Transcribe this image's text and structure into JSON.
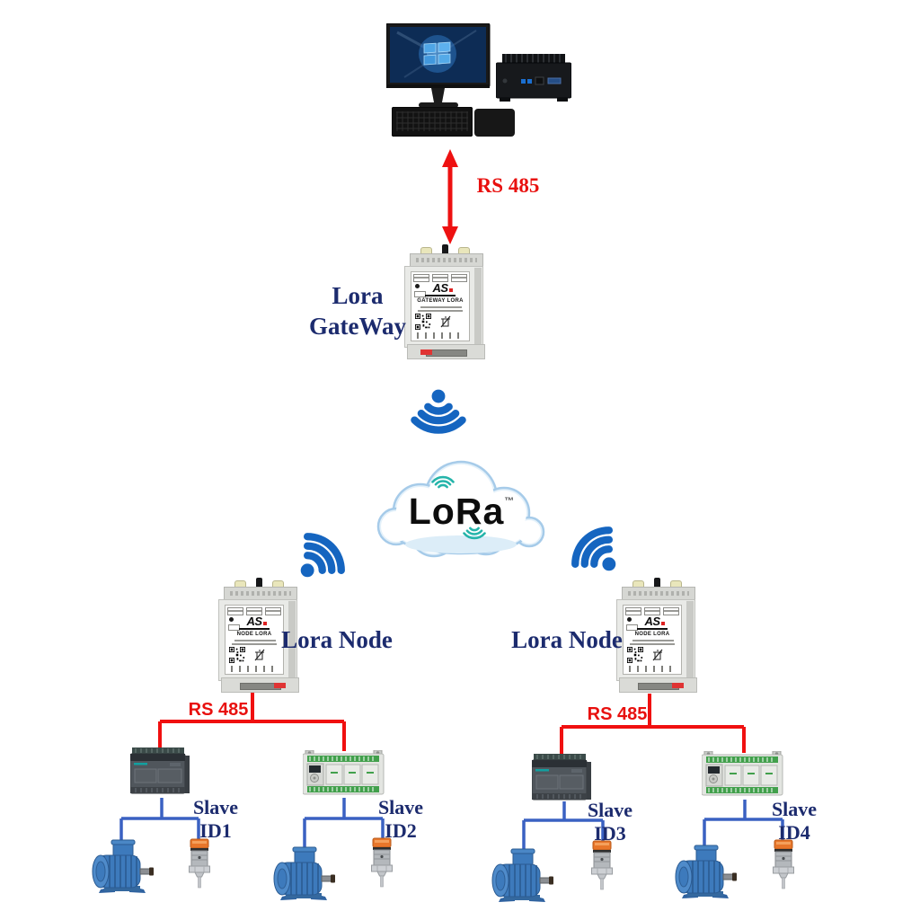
{
  "connections": {
    "rs485_top": "RS 485",
    "rs485_left": "RS 485",
    "rs485_right": "RS 485"
  },
  "gateway": {
    "label_line1": "Lora",
    "label_line2": "GateWay",
    "device_title": "GATEWAY LORA",
    "brand": "AS"
  },
  "cloud": {
    "text": "LoRa",
    "trademark": "™"
  },
  "nodes": [
    {
      "label": "Lora Node",
      "device_title": "NODE LORA",
      "brand": "AS"
    },
    {
      "label": "Lora Node",
      "device_title": "NODE LORA",
      "brand": "AS"
    }
  ],
  "slaves": [
    {
      "label": "Slave ID1"
    },
    {
      "label": "Slave ID2"
    },
    {
      "label": "Slave ID3"
    },
    {
      "label": "Slave ID4"
    }
  ],
  "colors": {
    "navy_text": "#1c2b6e",
    "red": "#e8100e",
    "bus_blue": "#3a61c2",
    "wifi_blue": "#1565c0",
    "lora_teal": "#25b4aa"
  }
}
